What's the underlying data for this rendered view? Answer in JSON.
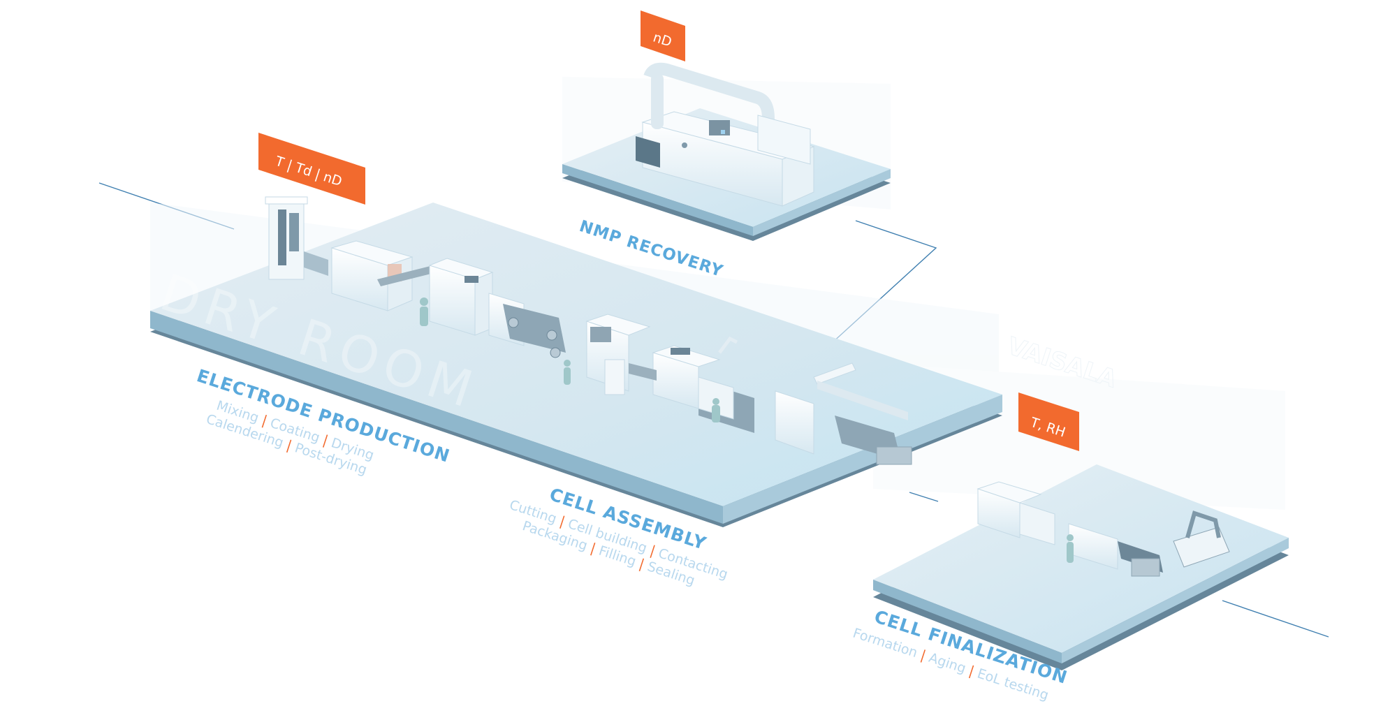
{
  "diagram": {
    "watermarks": {
      "room": "DRY ROOM",
      "brand": "VAISALA"
    },
    "colors": {
      "accent_tag": "#f26a2e",
      "title_blue": "#5aa9dc",
      "subtitle_blue": "#b8d8ee",
      "platform_top": "#d6e7f0",
      "platform_edge": "#93bcd2",
      "platform_base": "#66869a",
      "connector_line": "#3f7fb0"
    },
    "zones": [
      {
        "id": "electrode-production",
        "title": "ELECTRODE PRODUCTION",
        "tag": "T | Td | nD",
        "steps_line1": [
          "Mixing",
          "Coating",
          "Drying"
        ],
        "steps_line2": [
          "Calendering",
          "Post-drying"
        ]
      },
      {
        "id": "nmp-recovery",
        "title": "NMP RECOVERY",
        "tag": "nD"
      },
      {
        "id": "cell-assembly",
        "title": "CELL ASSEMBLY",
        "steps_line1": [
          "Cutting",
          "Cell building",
          "Contacting"
        ],
        "steps_line2": [
          "Packaging",
          "Filling",
          "Sealing"
        ]
      },
      {
        "id": "cell-finalization",
        "title": "CELL FINALIZATION",
        "tag": "T, RH",
        "steps_line1": [
          "Formation",
          "Aging",
          "EoL testing"
        ]
      }
    ]
  }
}
